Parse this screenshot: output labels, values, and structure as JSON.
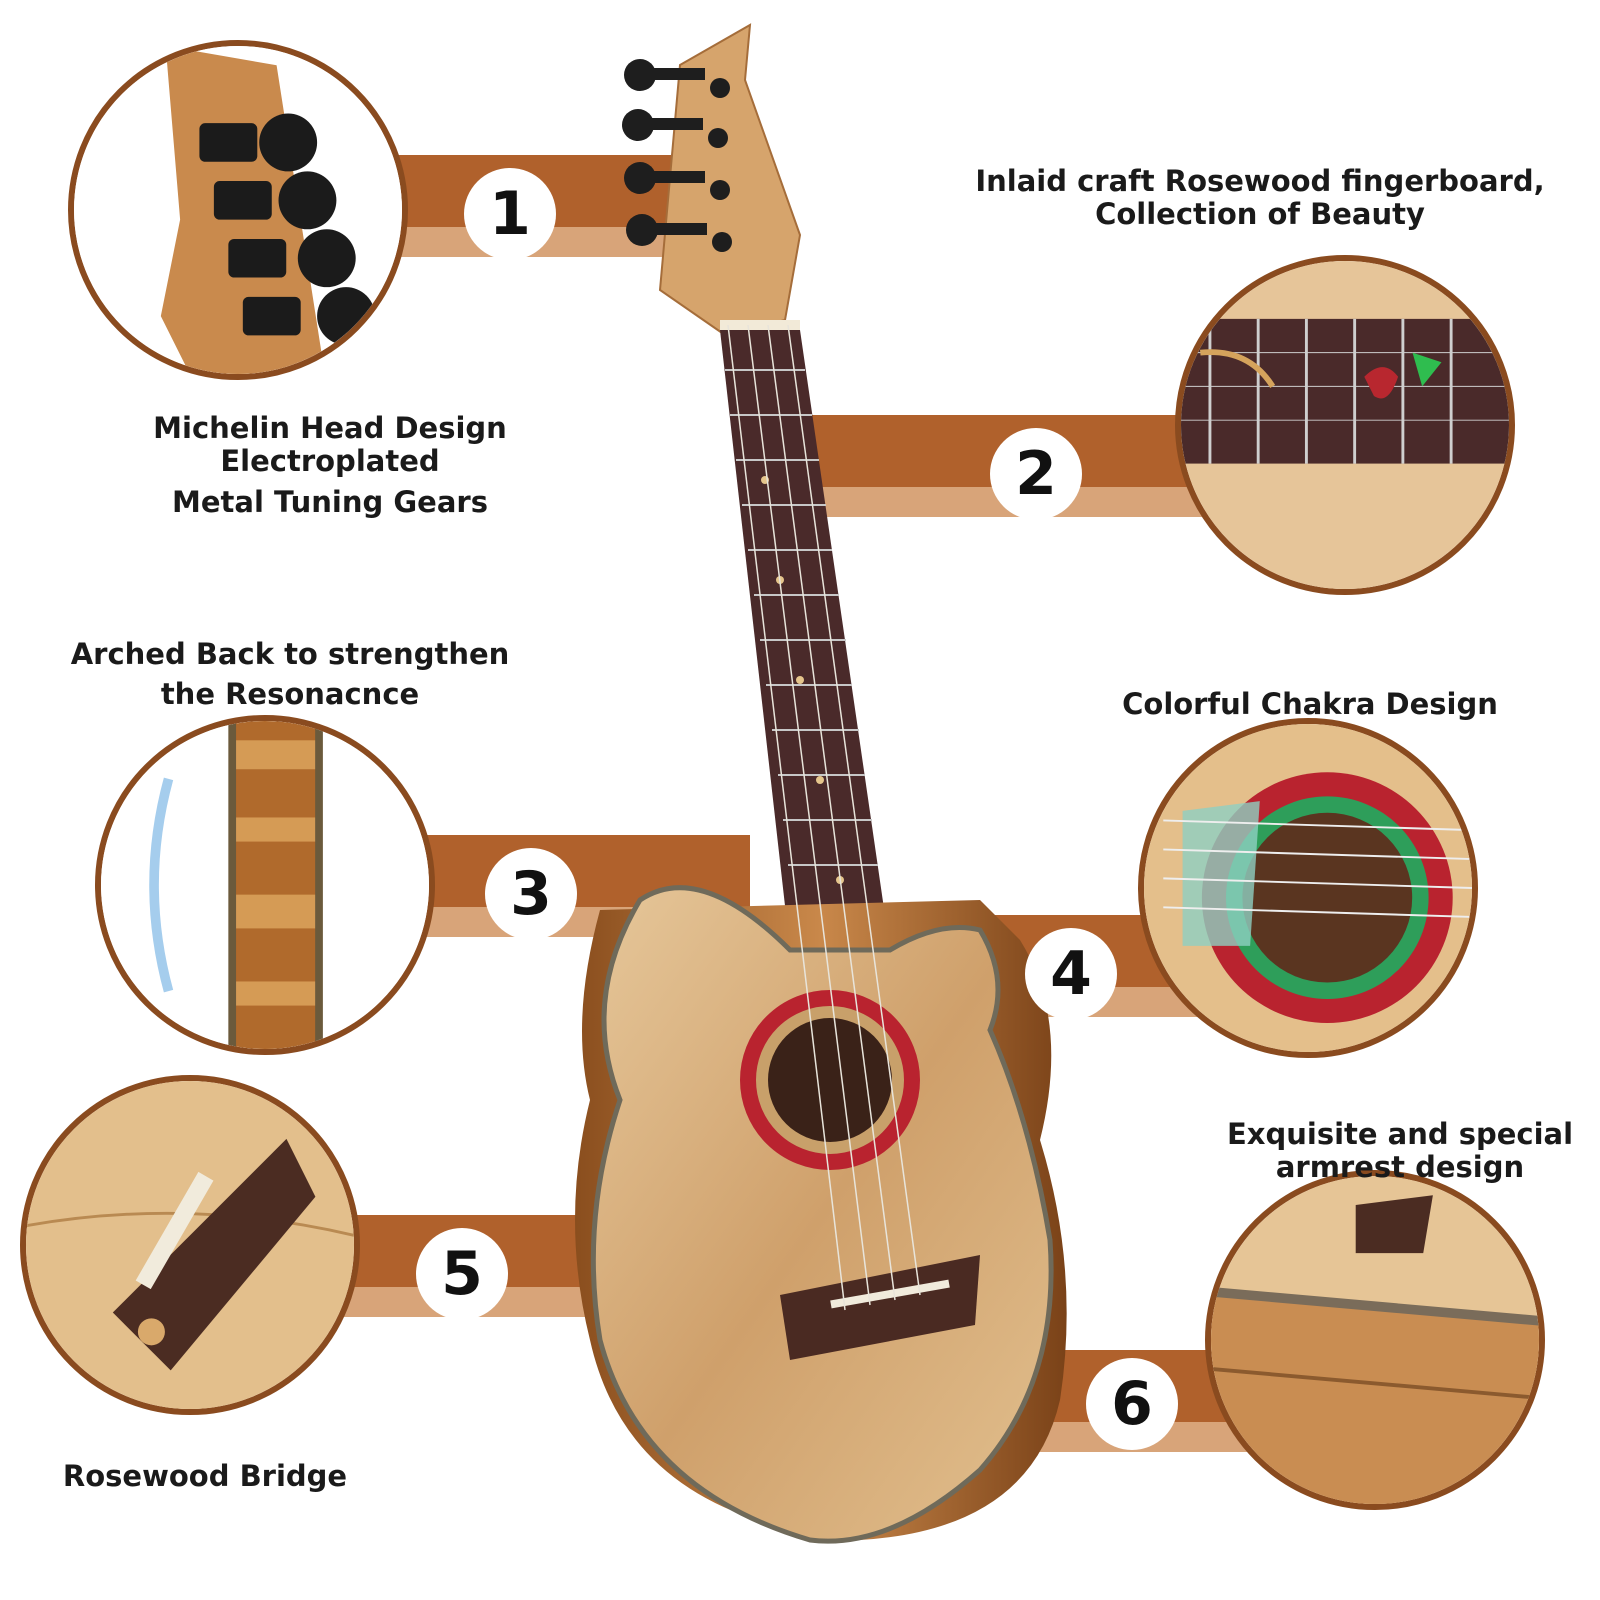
{
  "features": [
    {
      "number": "1",
      "caption_lines": [
        "Michelin Head Design Electroplated",
        "Metal Tuning Gears"
      ],
      "icon": "tuning-gears-detail"
    },
    {
      "number": "2",
      "caption_lines": [
        "Inlaid craft Rosewood fingerboard,",
        "Collection of Beauty"
      ],
      "icon": "fingerboard-detail"
    },
    {
      "number": "3",
      "caption_lines": [
        "Arched Back to strengthen",
        "the Resonacnce"
      ],
      "icon": "arched-back-detail"
    },
    {
      "number": "4",
      "caption_lines": [
        "Colorful Chakra Design"
      ],
      "icon": "soundhole-rosette-detail"
    },
    {
      "number": "5",
      "caption_lines": [
        "Rosewood Bridge"
      ],
      "icon": "bridge-detail"
    },
    {
      "number": "6",
      "caption_lines": [
        "Exquisite and special",
        "armrest design"
      ],
      "icon": "armrest-detail"
    }
  ],
  "colors": {
    "band_dark": "#b0612c",
    "band_light": "#d8a479",
    "circle_border": "#8a4b1f",
    "wood": "#d9b483",
    "rosewood": "#4a2a2a"
  }
}
